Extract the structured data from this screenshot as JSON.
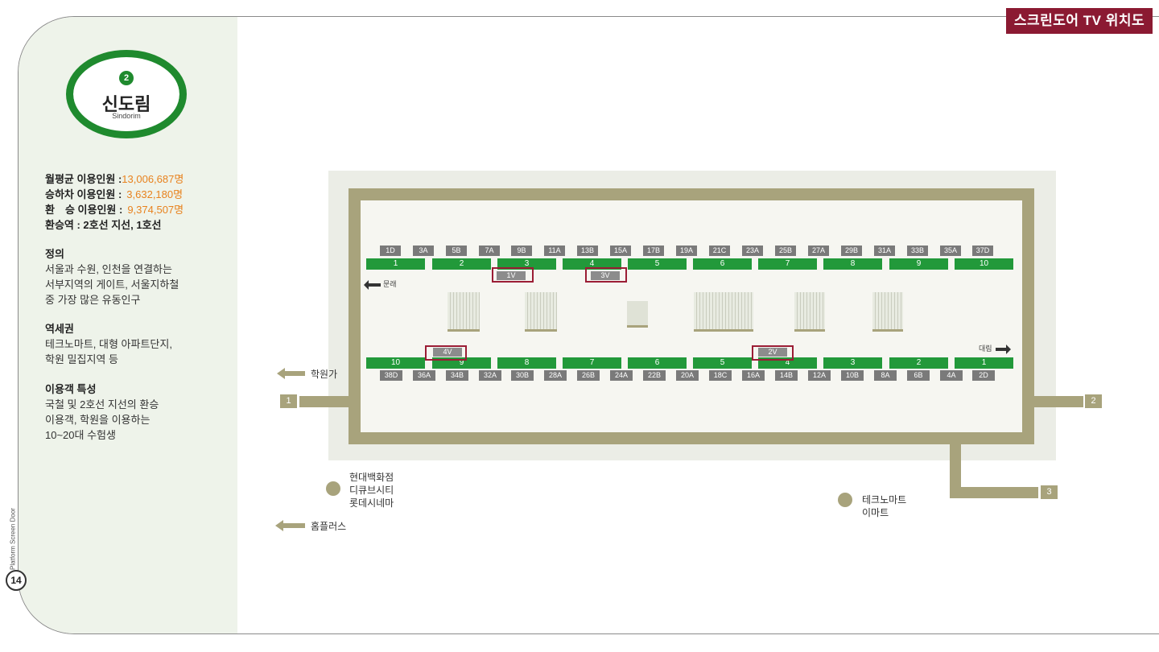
{
  "badge": "스크린도어 TV 위치도",
  "station": {
    "line_number": "2",
    "name_ko": "신도림",
    "name_en": "Sindorim",
    "line_color": "#1f8a2e"
  },
  "stats": [
    {
      "label": "월평균 이용인원 :",
      "value": "13,006,687명"
    },
    {
      "label": "승하차 이용인원 :",
      "value": "3,632,180명"
    },
    {
      "label": "환　승 이용인원 :",
      "value": "9,374,507명"
    },
    {
      "label": "환승역 : 2호선 지선, 1호선",
      "value": ""
    }
  ],
  "sections": [
    {
      "heading": "정의",
      "lines": [
        "서울과 수원, 인천을 연결하는",
        "서부지역의 게이트, 서울지하철",
        "중 가장 많은 유동인구"
      ]
    },
    {
      "heading": "역세권",
      "lines": [
        "테크노마트, 대형 아파트단지,",
        "학원 밀집지역 등"
      ]
    },
    {
      "heading": "이용객 특성",
      "lines": [
        "국철 및 2호선 지선의 환승",
        "이용객, 학원을 이용하는",
        "10~20대 수험생"
      ]
    }
  ],
  "footer": {
    "vertical_text": "Platform Screen Door",
    "page_number": "14"
  },
  "map": {
    "top_doors": [
      "1D",
      "3A",
      "5B",
      "7A",
      "9B",
      "11A",
      "13B",
      "15A",
      "17B",
      "19A",
      "21C",
      "23A",
      "25B",
      "27A",
      "29B",
      "31A",
      "33B",
      "35A",
      "37D"
    ],
    "top_cars": [
      "1",
      "2",
      "3",
      "4",
      "5",
      "6",
      "7",
      "8",
      "9",
      "10"
    ],
    "bottom_cars": [
      "10",
      "9",
      "8",
      "7",
      "6",
      "5",
      "4",
      "3",
      "2",
      "1"
    ],
    "bottom_doors": [
      "38D",
      "36A",
      "34B",
      "32A",
      "30B",
      "28A",
      "26B",
      "24A",
      "22B",
      "20A",
      "18C",
      "16A",
      "14B",
      "12A",
      "10B",
      "8A",
      "6B",
      "4A",
      "2D"
    ],
    "tv": [
      "1V",
      "3V",
      "4V",
      "2V"
    ],
    "dir_left": "문래",
    "dir_right": "대림",
    "exits": [
      "1",
      "2",
      "3"
    ],
    "landmarks": {
      "hakwon": "학원가",
      "homeplus": "홈플러스",
      "hyundai": [
        "현대백화점",
        "디큐브시티",
        "롯데시네마"
      ],
      "techno": [
        "테크노마트",
        "이마트"
      ]
    },
    "colors": {
      "car": "#22993a",
      "door": "#7a7a7a",
      "wall": "#a8a37c",
      "tv_box": "#9b1d35",
      "value": "#e8821e"
    }
  }
}
